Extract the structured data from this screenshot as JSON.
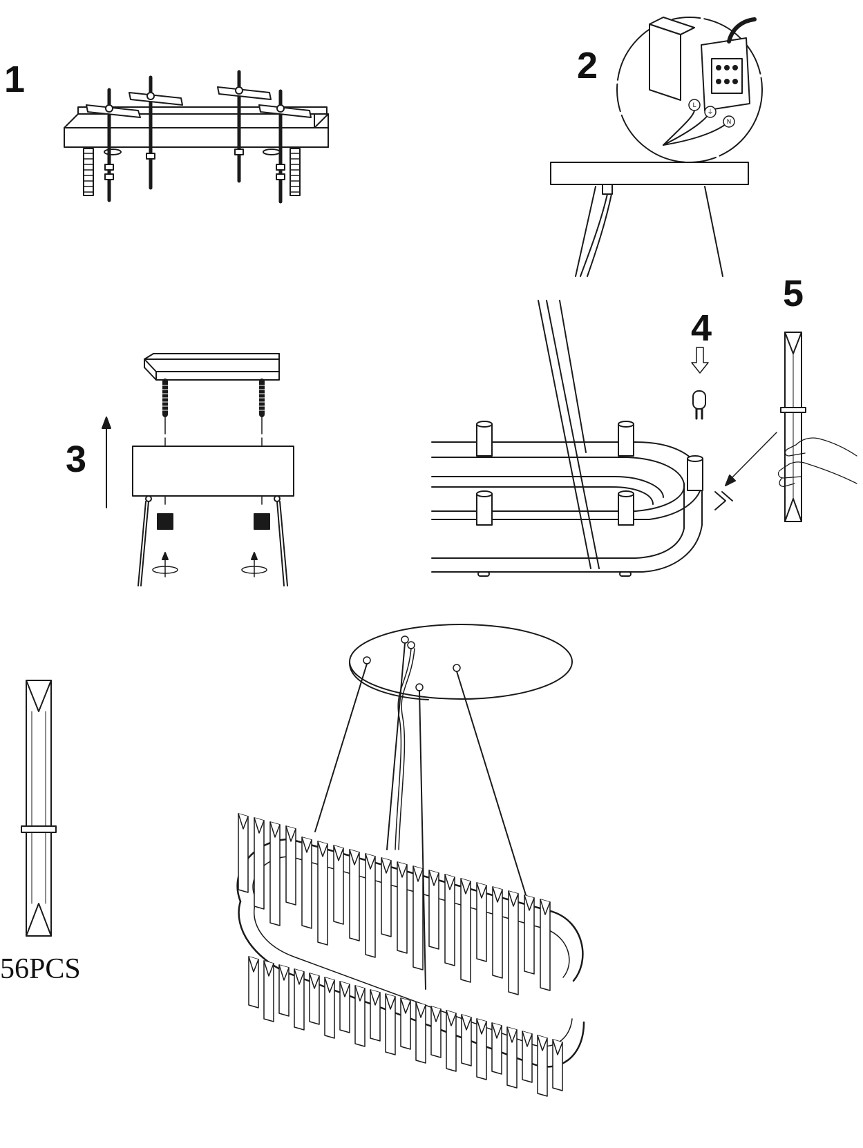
{
  "steps": [
    {
      "number": "1"
    },
    {
      "number": "2"
    },
    {
      "number": "3"
    },
    {
      "number": "4"
    },
    {
      "number": "5"
    }
  ],
  "crystal": {
    "quantity_label": "56PCS"
  },
  "terminal_symbols": [
    "L",
    "⏚",
    "N"
  ],
  "colors": {
    "line": "#1a1a1a",
    "background": "#ffffff"
  }
}
